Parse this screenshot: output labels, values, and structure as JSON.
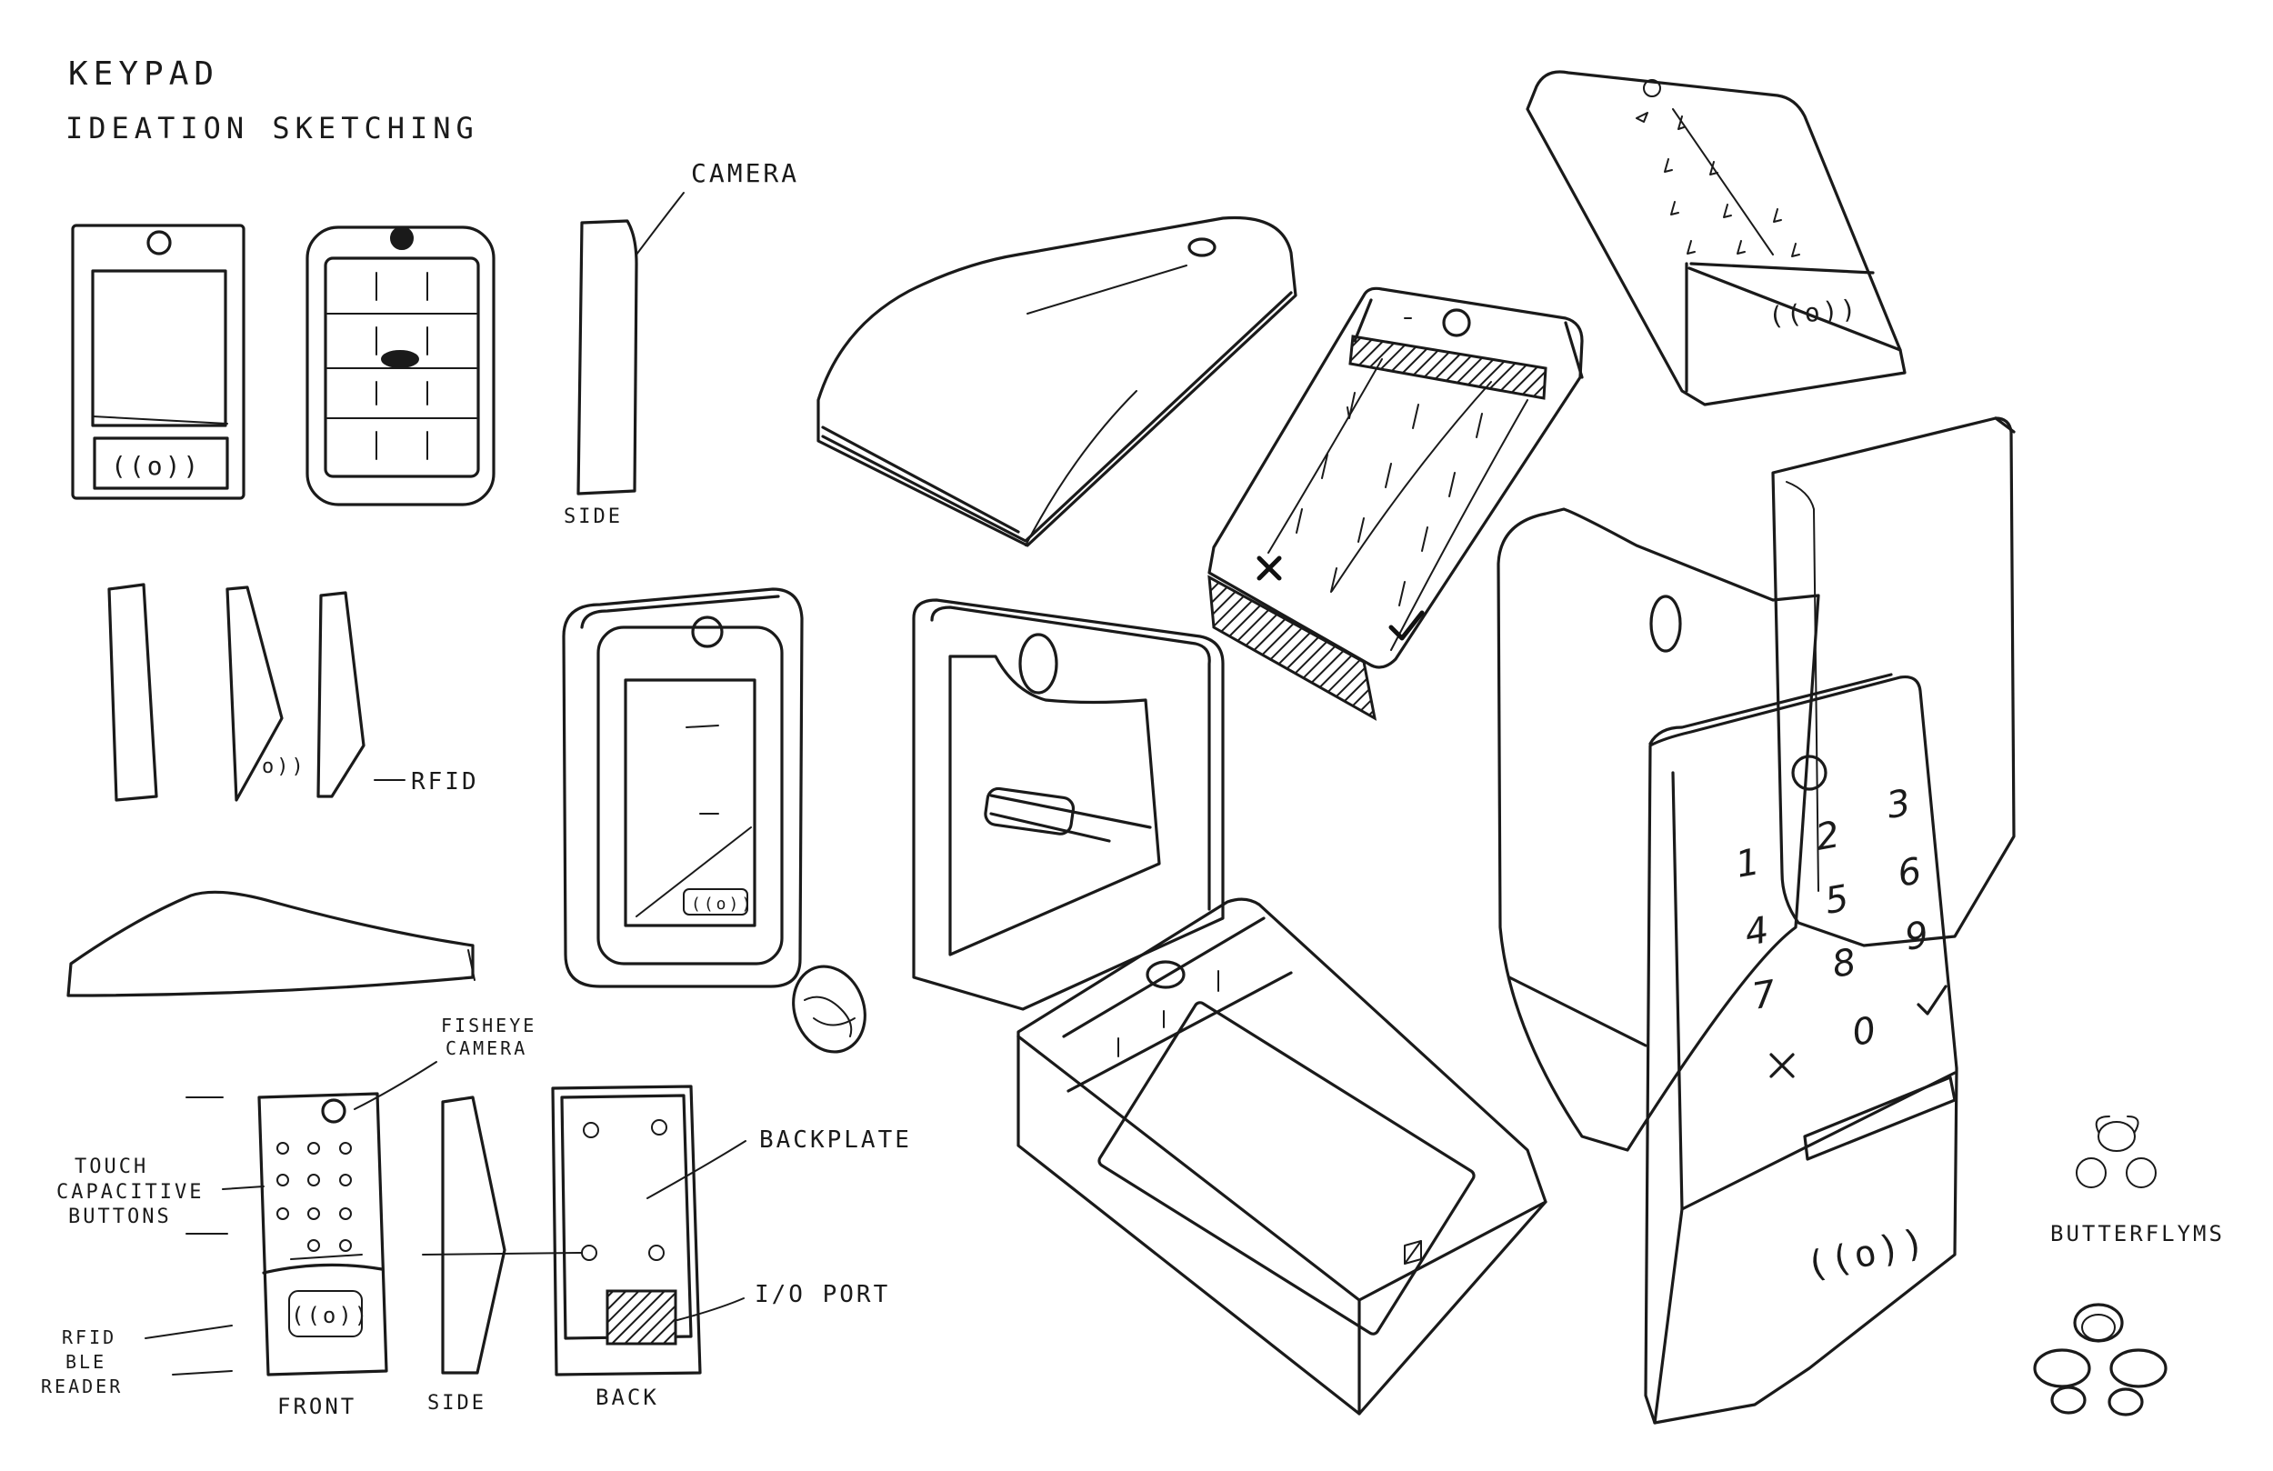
{
  "title": {
    "line1": "KEYPAD",
    "line2": "IDEATION SKETCHING"
  },
  "labels": {
    "camera": "CAMERA",
    "side": "SIDE",
    "rfid": "RFID",
    "fisheye_camera_1": "FISHEYE",
    "fisheye_camera_2": "CAMERA",
    "touch_buttons_1": "TOUCH",
    "touch_buttons_2": "CAPACITIVE",
    "touch_buttons_3": "BUTTONS",
    "rfid_reader_1": "RFID",
    "rfid_reader_2": "BLE",
    "rfid_reader_3": "READER",
    "backplate": "BACKPLATE",
    "io_port": "I/O PORT",
    "front": "FRONT",
    "side_bottom": "SIDE",
    "back": "BACK",
    "butterfly": "BUTTERFLYMS"
  },
  "keypad_digits": [
    "1",
    "2",
    "3",
    "4",
    "5",
    "6",
    "7",
    "8",
    "9",
    "0"
  ],
  "rfid_symbol": "((o))",
  "colors": {
    "ink": "#1a1a1a",
    "paper": "#ffffff"
  }
}
